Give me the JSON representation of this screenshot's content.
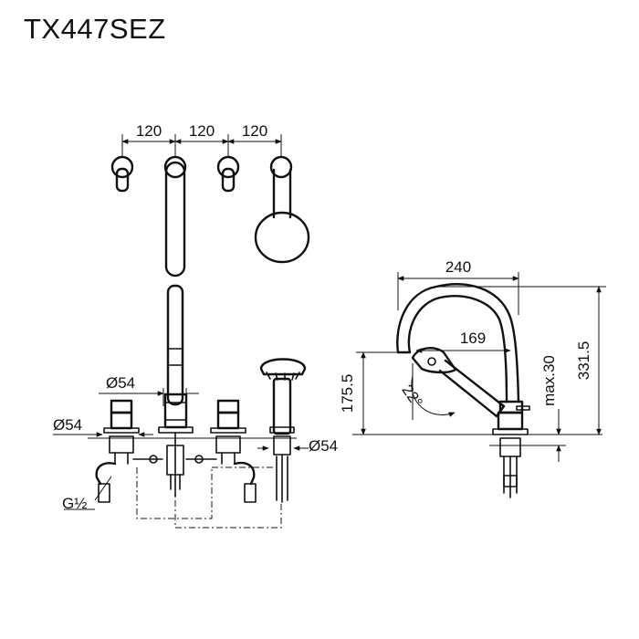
{
  "title": "TX447SEZ",
  "dimensions": {
    "spacing": [
      "120",
      "120",
      "120"
    ],
    "diameter_cover": "Ø54",
    "diameter_left": "Ø54",
    "diameter_right": "Ø54",
    "thread": "G½",
    "spout_reach": "240",
    "handshower_reach": "169",
    "spout_height": "175.5",
    "overall_height": "331.5",
    "deck_thickness": "max.30",
    "swivel_angle": "22°"
  }
}
